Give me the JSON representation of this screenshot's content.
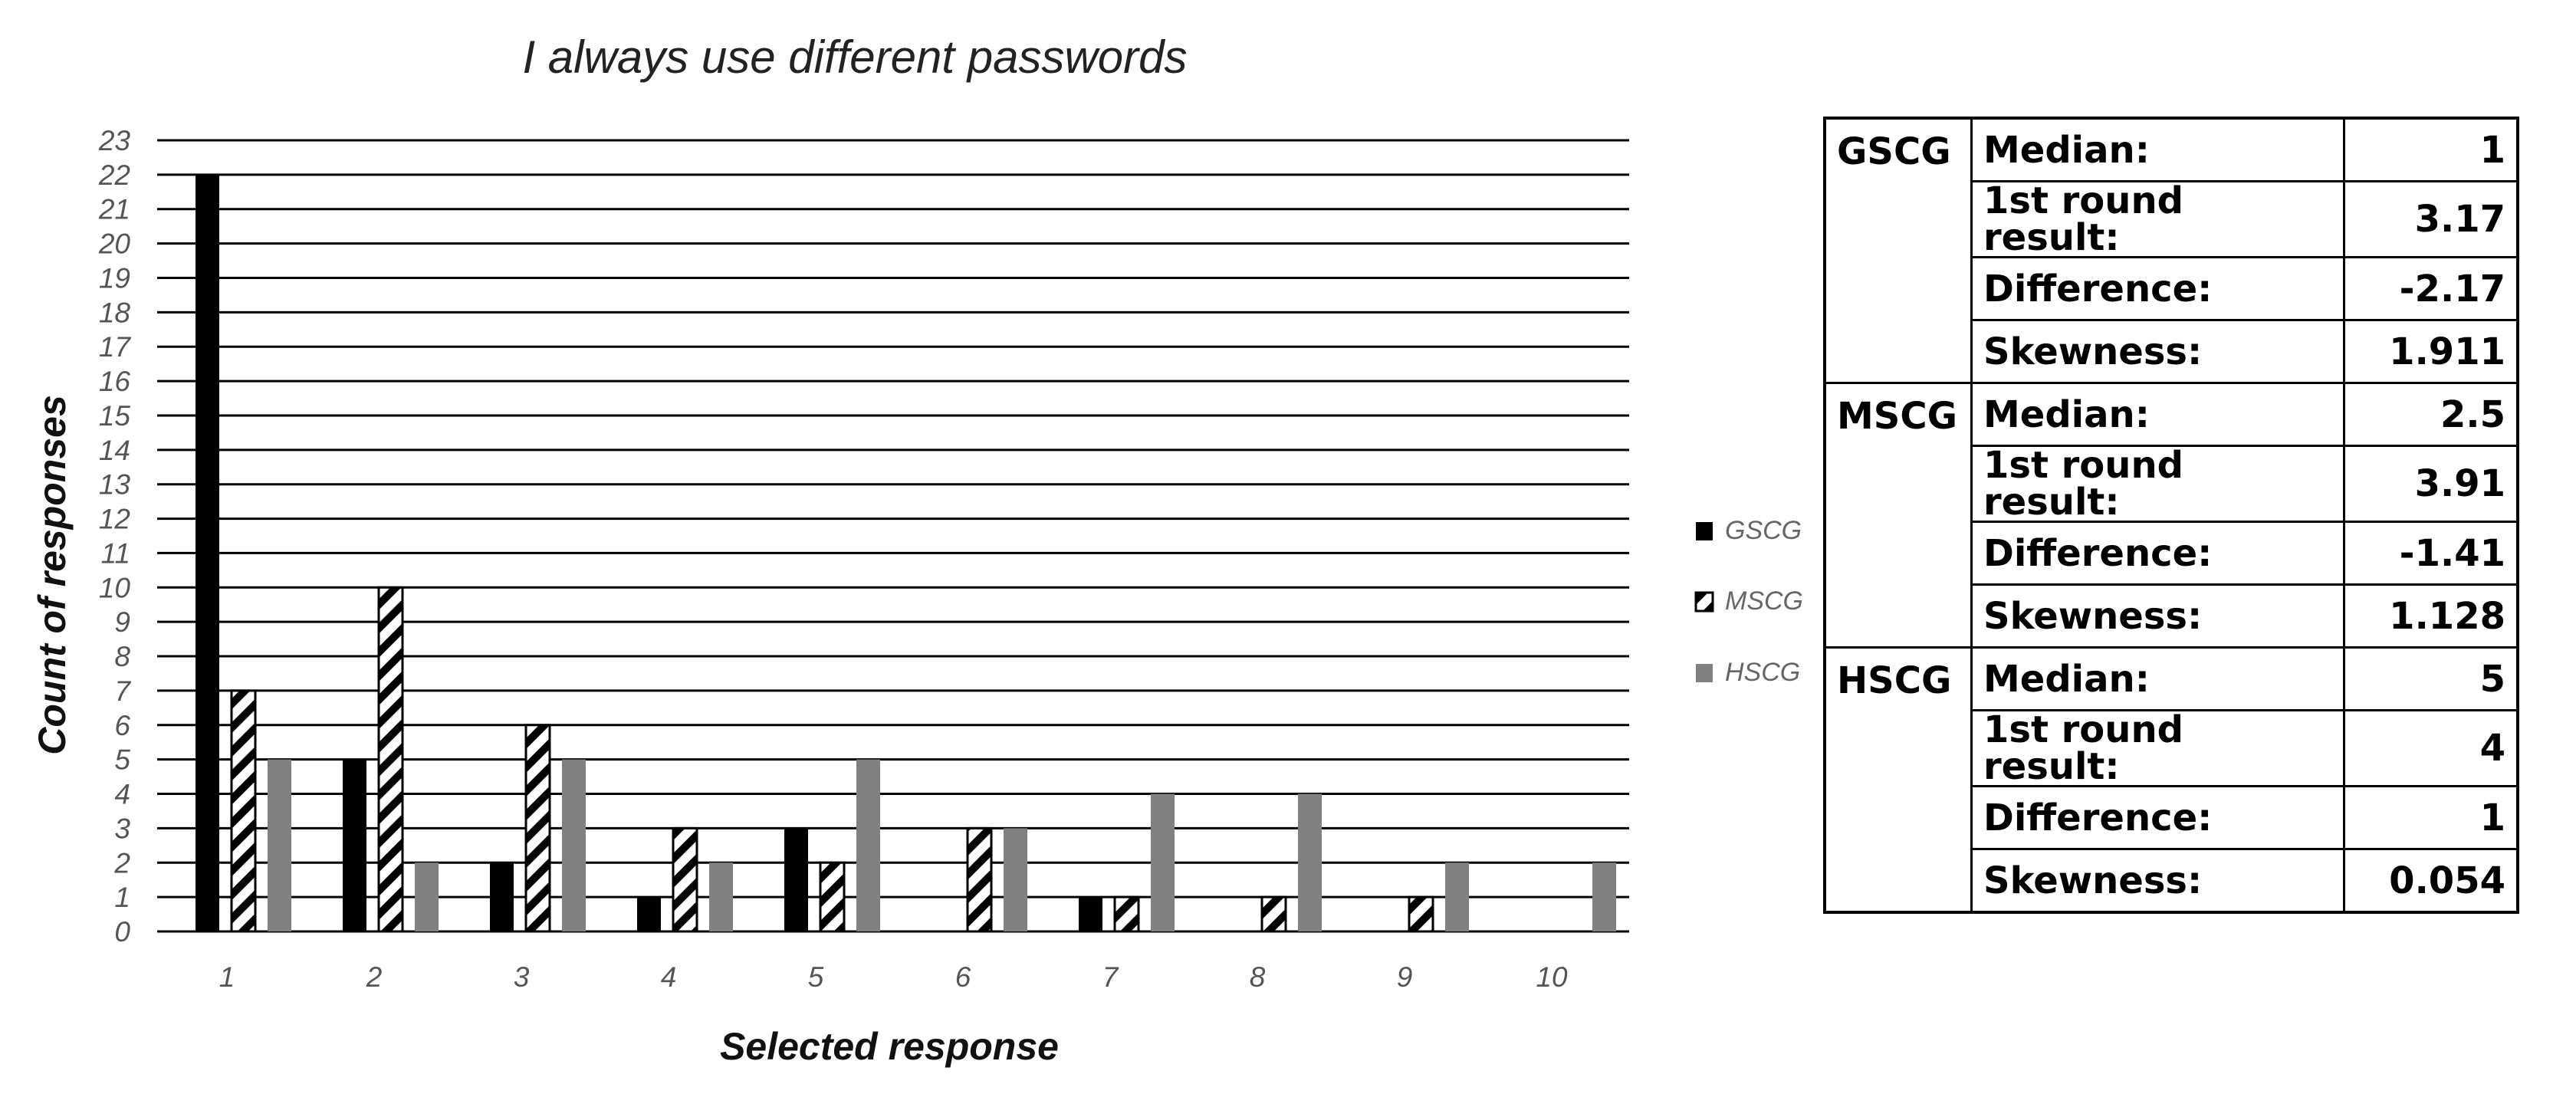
{
  "chart_data": {
    "type": "bar",
    "title": "I always use different passwords",
    "xlabel": "Selected response",
    "ylabel": "Count of responses",
    "categories": [
      "1",
      "2",
      "3",
      "4",
      "5",
      "6",
      "7",
      "8",
      "9",
      "10"
    ],
    "ylim": [
      0,
      23
    ],
    "yticks": [
      0,
      1,
      2,
      3,
      4,
      5,
      6,
      7,
      8,
      9,
      10,
      11,
      12,
      13,
      14,
      15,
      16,
      17,
      18,
      19,
      20,
      21,
      22,
      23
    ],
    "grid": true,
    "legend_position": "right",
    "series": [
      {
        "name": "GSCG",
        "values": [
          22,
          5,
          2,
          1,
          3,
          0,
          1,
          0,
          0,
          0
        ],
        "color": "#000000",
        "pattern": "solid"
      },
      {
        "name": "MSCG",
        "values": [
          7,
          10,
          6,
          3,
          2,
          3,
          1,
          1,
          1,
          0
        ],
        "color": "#000000",
        "pattern": "diagonal-hatch"
      },
      {
        "name": "HSCG",
        "values": [
          5,
          2,
          5,
          2,
          5,
          3,
          4,
          4,
          2,
          2
        ],
        "color": "#808080",
        "pattern": "solid"
      }
    ]
  },
  "stats_table": {
    "groups": [
      {
        "name": "GSCG",
        "rows": [
          {
            "label": "Median:",
            "value": "1"
          },
          {
            "label": "1st round result:",
            "value": "3.17"
          },
          {
            "label": "Difference:",
            "value": "-2.17"
          },
          {
            "label": "Skewness:",
            "value": "1.911"
          }
        ]
      },
      {
        "name": "MSCG",
        "rows": [
          {
            "label": "Median:",
            "value": "2.5"
          },
          {
            "label": "1st round result:",
            "value": "3.91"
          },
          {
            "label": "Difference:",
            "value": "-1.41"
          },
          {
            "label": "Skewness:",
            "value": "1.128"
          }
        ]
      },
      {
        "name": "HSCG",
        "rows": [
          {
            "label": "Median:",
            "value": "5"
          },
          {
            "label": "1st round result:",
            "value": "4"
          },
          {
            "label": "Difference:",
            "value": "1"
          },
          {
            "label": "Skewness:",
            "value": "0.054"
          }
        ]
      }
    ]
  }
}
